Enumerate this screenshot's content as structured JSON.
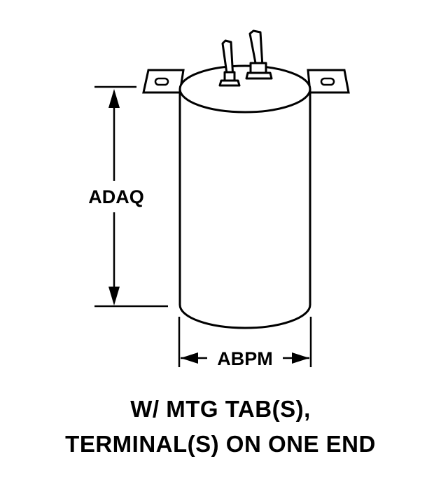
{
  "diagram": {
    "dimensions": {
      "height_label": "ADAQ",
      "diameter_label": "ABPM"
    },
    "caption": {
      "line1": "W/ MTG TAB(S),",
      "line2": "TERMINAL(S) ON ONE END"
    },
    "colors": {
      "line": "#000000",
      "background": "#ffffff"
    }
  }
}
